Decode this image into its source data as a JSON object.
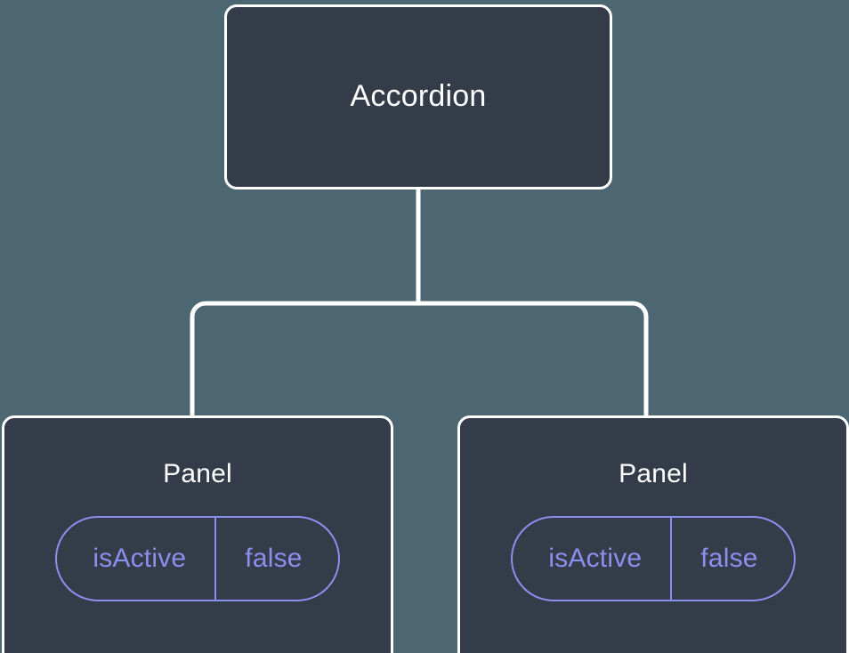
{
  "diagram": {
    "type": "component-tree",
    "background_color": "#4c6771",
    "node_fill_color": "#343b49",
    "node_border_color": "#ffffff",
    "edge_color": "#ffffff",
    "accent_color": "#8b8fee",
    "root": {
      "title": "Accordion"
    },
    "children": [
      {
        "title": "Panel",
        "props": [
          {
            "key": "isActive",
            "value": "false"
          }
        ]
      },
      {
        "title": "Panel",
        "props": [
          {
            "key": "isActive",
            "value": "false"
          }
        ]
      }
    ]
  }
}
